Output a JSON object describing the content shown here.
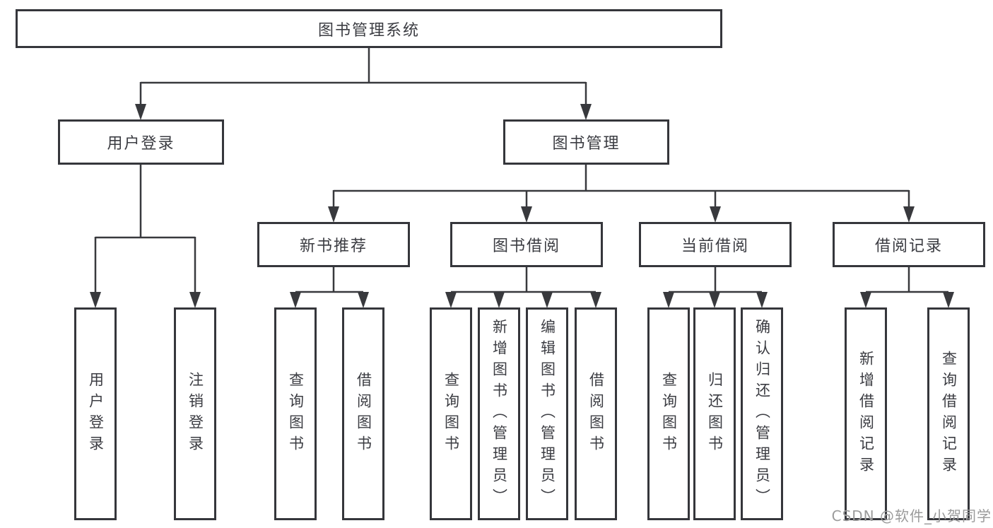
{
  "tree": {
    "root": {
      "label": "图书管理系统",
      "children": [
        {
          "label": "用户登录",
          "children": [
            {
              "label": "用户登录"
            },
            {
              "label": "注销登录"
            }
          ]
        },
        {
          "label": "图书管理",
          "children": [
            {
              "label": "新书推荐",
              "children": [
                {
                  "label": "查询图书"
                },
                {
                  "label": "借阅图书"
                }
              ]
            },
            {
              "label": "图书借阅",
              "children": [
                {
                  "label": "查询图书"
                },
                {
                  "label": "新增图书（管理员）"
                },
                {
                  "label": "编辑图书（管理员）"
                },
                {
                  "label": "借阅图书"
                }
              ]
            },
            {
              "label": "当前借阅",
              "children": [
                {
                  "label": "查询图书"
                },
                {
                  "label": "归还图书"
                },
                {
                  "label": "确认归还（管理员）"
                }
              ]
            },
            {
              "label": "借阅记录",
              "children": [
                {
                  "label": "新增借阅记录"
                },
                {
                  "label": "查询借阅记录"
                }
              ]
            }
          ]
        }
      ]
    }
  },
  "watermark": {
    "text": "CSDN @软件_小贺同学"
  },
  "colors": {
    "line": "#38393d",
    "border": "#35363b",
    "text": "#3b3c42",
    "background": "#ffffff",
    "watermark_gray": "#9b9b9b"
  }
}
